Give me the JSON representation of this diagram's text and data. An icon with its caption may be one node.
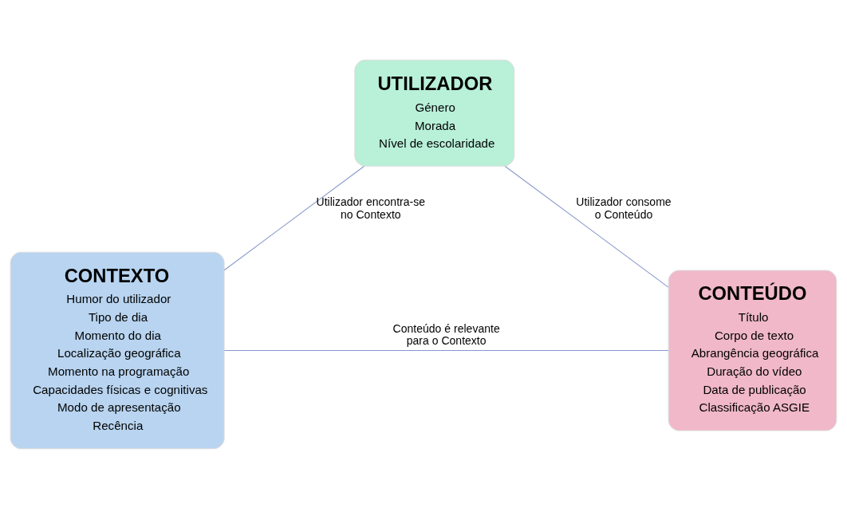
{
  "diagram": {
    "nodes": [
      {
        "text": [
          "UTILIZADOR",
          "Género",
          "Morada",
          "Nível de escolaridade"
        ]
      },
      {
        "text": [
          "CONTEXTO",
          "Humor do utilizador",
          "Tipo de dia",
          "Momento do dia",
          "Localização geográfica",
          "Momento na programação",
          "Capacidades físicas e cognitivas",
          "Modo de apresentação",
          "Recência"
        ]
      },
      {
        "text": [
          "CONTEÚDO",
          "Título",
          "Corpo de texto",
          "Abrangência geográfica",
          "Duração do vídeo",
          "Data de publicação",
          "Classificação ASGIE"
        ]
      }
    ],
    "edges": [
      {
        "from": 0,
        "to": 1,
        "arrow": "none",
        "label": "Utilizador encontra-se no Contexto"
      },
      {
        "from": 0,
        "to": 2,
        "arrow": "none",
        "label": "Utilizador consome o Conteúdo"
      },
      {
        "from": 1,
        "to": 2,
        "arrow": "none",
        "label": "Conteúdo é relevante para o Contexto"
      }
    ]
  }
}
